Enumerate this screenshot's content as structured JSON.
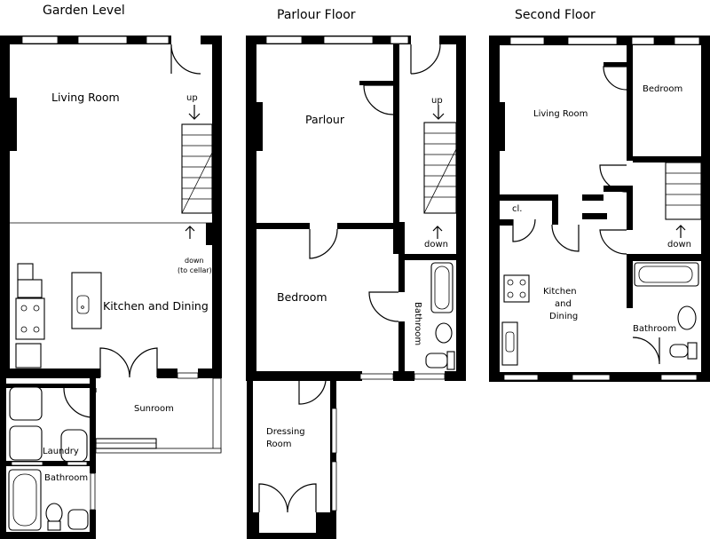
{
  "floors": [
    {
      "title": "Garden Level",
      "rooms": [
        "Living Room",
        "Kitchen and Dining",
        "Sunroom",
        "Laundry",
        "Bathroom"
      ],
      "stair_labels": {
        "up": "up",
        "down": "down",
        "down_note": "(to cellar)"
      }
    },
    {
      "title": "Parlour Floor",
      "rooms": [
        "Parlour",
        "Bedroom",
        "Bathroom",
        "Dressing Room"
      ],
      "stair_labels": {
        "up": "up",
        "down": "down"
      }
    },
    {
      "title": "Second Floor",
      "rooms": [
        "Living Room",
        "Bedroom",
        "cl.",
        "Kitchen and Dining",
        "Bathroom"
      ],
      "stair_labels": {
        "down": "down"
      }
    }
  ]
}
